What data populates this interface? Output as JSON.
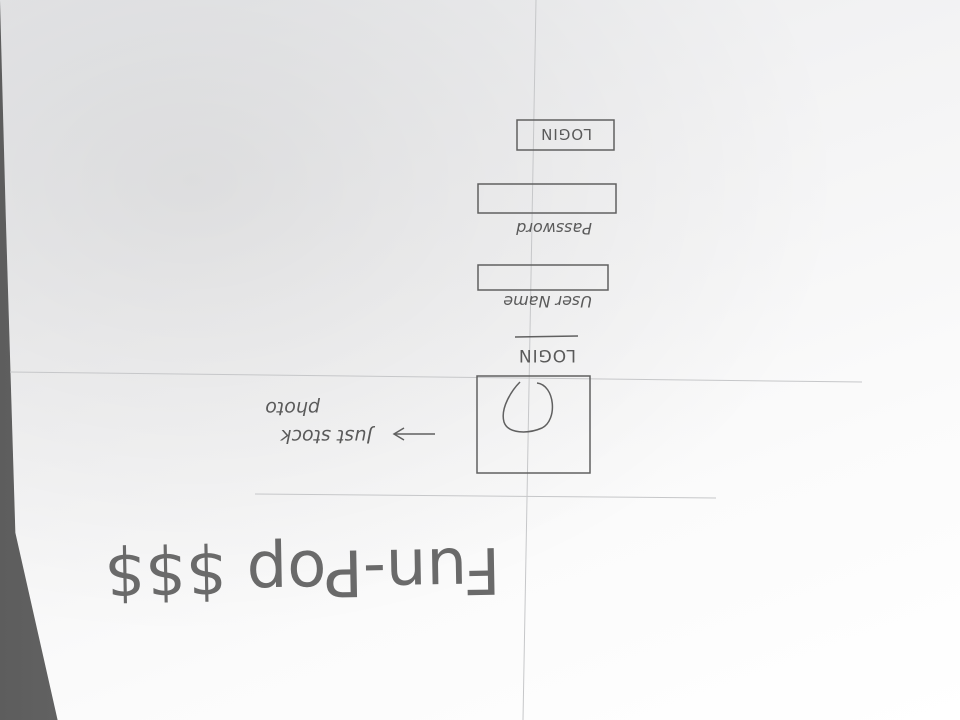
{
  "sketch": {
    "brand_title": "Fun-Pop $$$",
    "photo_note_line1": "Just stock",
    "photo_note_line2": "photo",
    "form_heading": "LOGIN",
    "username_label": "User Name",
    "password_label": "Password",
    "login_button_label": "LOGIN"
  },
  "orientation": "upside-down (rotated 180°)",
  "colors": {
    "pencil": "#5f5f5f",
    "paper": "#f4f4f4"
  }
}
